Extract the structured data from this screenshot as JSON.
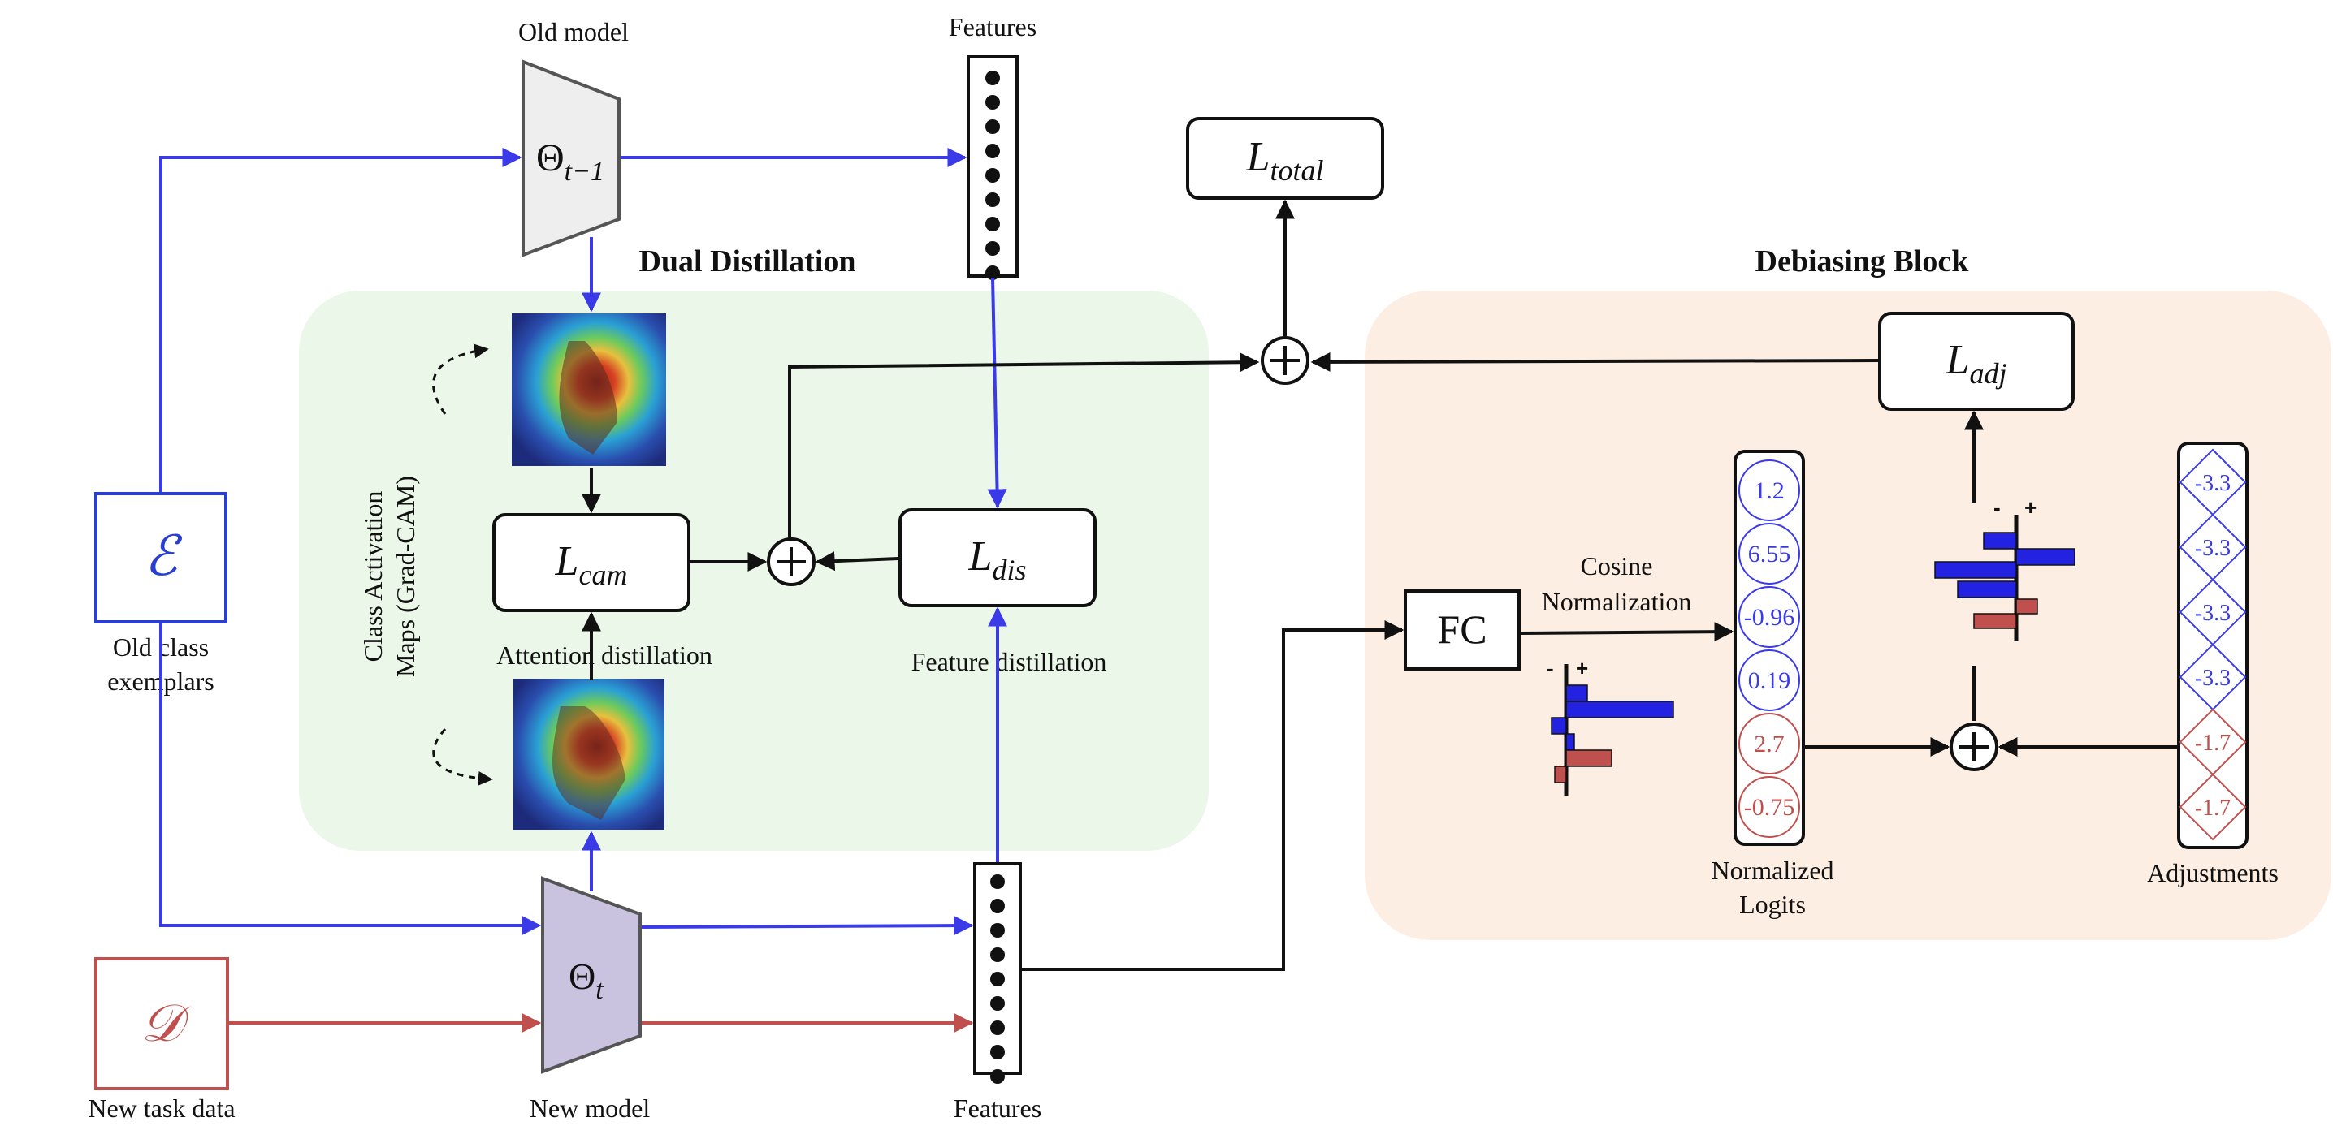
{
  "titles": {
    "dual_distillation": "Dual Distillation",
    "debiasing_block": "Debiasing Block"
  },
  "labels": {
    "old_model": "Old model",
    "new_model": "New model",
    "features_top": "Features",
    "features_bottom": "Features",
    "old_class_exemplars_1": "Old class",
    "old_class_exemplars_2": "exemplars",
    "new_task_data": "New task data",
    "attention_distillation": "Attention distillation",
    "feature_distillation": "Feature distillation",
    "cam_line1": "Class Activation",
    "cam_line2": "Maps (Grad-CAM)",
    "cosine_1": "Cosine",
    "cosine_2": "Normalization",
    "normalized_1": "Normalized",
    "normalized_2": "Logits",
    "adjustments": "Adjustments",
    "fc": "FC",
    "minus": "-",
    "plus": "+"
  },
  "symbols": {
    "exemplar_set": "ℰ",
    "task_data": "𝒟",
    "theta_old_base": "Θ",
    "theta_old_sub": "t−1",
    "theta_new_base": "Θ",
    "theta_new_sub": "t",
    "L": "L",
    "total_sub": "total",
    "cam_sub": "cam",
    "dis_sub": "dis",
    "adj_sub": "adj"
  },
  "normalized_logits": [
    {
      "value": "1.2",
      "color": "#3a3ae8"
    },
    {
      "value": "6.55",
      "color": "#3a3ae8"
    },
    {
      "value": "-0.96",
      "color": "#3a3ae8"
    },
    {
      "value": "0.19",
      "color": "#3a3ae8"
    },
    {
      "value": "2.7",
      "color": "#c0504d"
    },
    {
      "value": "-0.75",
      "color": "#c0504d"
    }
  ],
  "adjustments": [
    {
      "value": "-3.3",
      "color": "#3a3ae8"
    },
    {
      "value": "-3.3",
      "color": "#3a3ae8"
    },
    {
      "value": "-3.3",
      "color": "#3a3ae8"
    },
    {
      "value": "-3.3",
      "color": "#3a3ae8"
    },
    {
      "value": "-1.7",
      "color": "#c0504d"
    },
    {
      "value": "-1.7",
      "color": "#c0504d"
    }
  ],
  "colors": {
    "blue": "#3a3ae8",
    "red": "#c0504d",
    "green_region": "#ebf7e8",
    "peach_region": "#fdeee3",
    "old_model_fill": "#eeeeee",
    "new_model_fill": "#c9c3df"
  }
}
